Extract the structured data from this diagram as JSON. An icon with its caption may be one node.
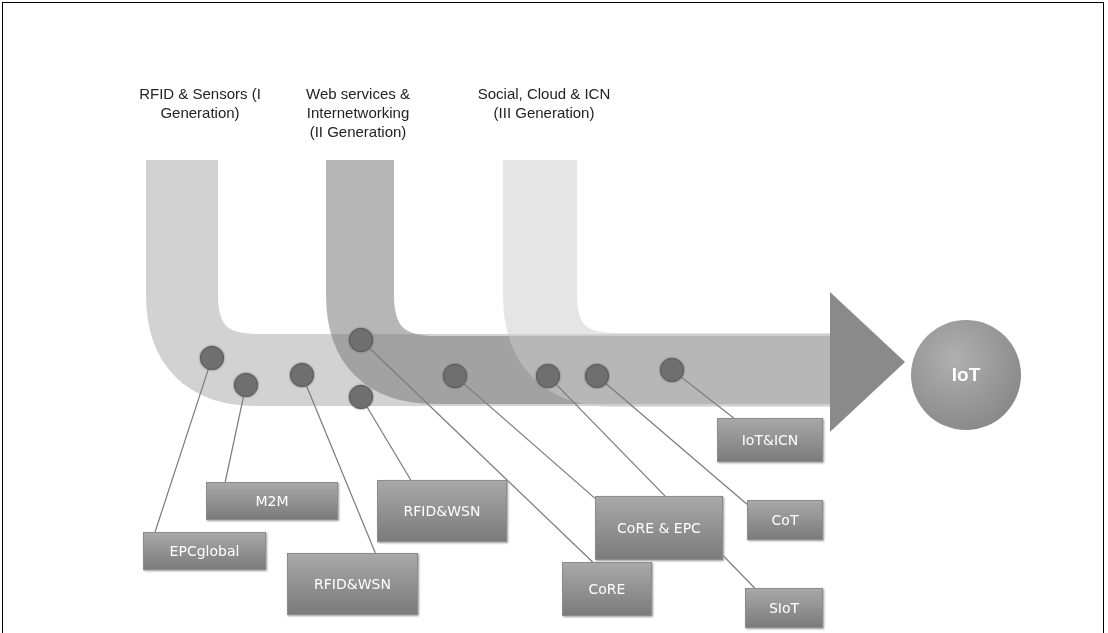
{
  "diagram": {
    "nodes": [
      {
        "text": [
          "IoT"
        ]
      },
      {
        "text": [],
        "shape": "circle"
      },
      {
        "text": [],
        "shape": "circle"
      },
      {
        "text": [],
        "shape": "circle"
      },
      {
        "text": [],
        "shape": "circle"
      },
      {
        "text": [],
        "shape": "circle"
      },
      {
        "text": [],
        "shape": "circle"
      },
      {
        "text": [],
        "shape": "circle"
      },
      {
        "text": [],
        "shape": "circle"
      },
      {
        "text": [],
        "shape": "circle"
      },
      {
        "text": [
          "IoT&ICN"
        ]
      },
      {
        "text": [
          "M2M"
        ]
      },
      {
        "text": [
          "RFID&WSN"
        ]
      },
      {
        "text": [
          "CoRE & EPC"
        ]
      },
      {
        "text": [
          "CoT"
        ]
      },
      {
        "text": [
          "EPCglobal"
        ]
      },
      {
        "text": [
          "RFID&WSN"
        ]
      },
      {
        "text": [
          "CoRE"
        ]
      },
      {
        "text": [
          "SIoT"
        ]
      }
    ],
    "edges": [
      {
        "from": 1,
        "to": 15,
        "arrow": "none"
      },
      {
        "from": 2,
        "to": 11,
        "arrow": "none"
      },
      {
        "from": 3,
        "to": 16,
        "arrow": "none"
      },
      {
        "from": 4,
        "to": 17,
        "arrow": "none"
      },
      {
        "from": 5,
        "to": 12,
        "arrow": "none"
      },
      {
        "from": 6,
        "to": 13,
        "arrow": "none"
      },
      {
        "from": 7,
        "to": 18,
        "arrow": "none"
      },
      {
        "from": 8,
        "to": 14,
        "arrow": "none"
      },
      {
        "from": 9,
        "to": 10,
        "arrow": "none"
      }
    ],
    "labels": [
      "RFID & Sensors (I Generation)",
      "Web services & Internetworking (II Generation)",
      "Social, Cloud & ICN (III Generation)"
    ]
  }
}
